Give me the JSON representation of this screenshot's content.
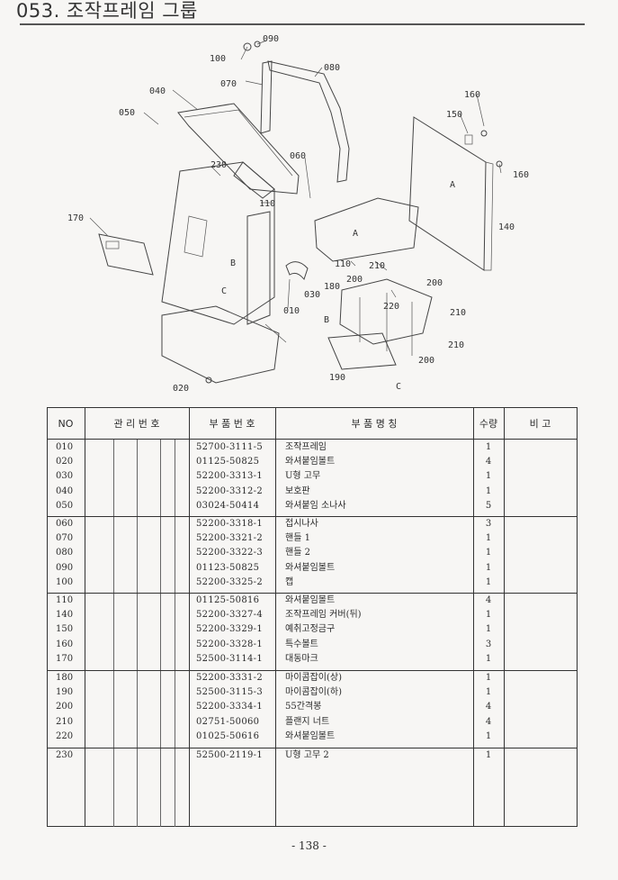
{
  "page": {
    "title": "053. 조작프레임 그룹",
    "page_number": "- 138 -"
  },
  "diagram": {
    "part_labels": [
      "090",
      "100",
      "080",
      "070",
      "040",
      "050",
      "160",
      "150",
      "160",
      "060",
      "230",
      "110",
      "170",
      "A",
      "B",
      "140",
      "A",
      "C",
      "110",
      "210",
      "200",
      "180",
      "220",
      "200",
      "210",
      "030",
      "010",
      "B",
      "210",
      "200",
      "190",
      "020",
      "C"
    ]
  },
  "table": {
    "headers": {
      "no": "NO",
      "mgmt": "관 리 번 호",
      "part_no": "부 품 번 호",
      "name": "부 품 명 칭",
      "qty": "수량",
      "note": "비 고"
    },
    "groups": [
      [
        {
          "no": "010",
          "part": "52700-3111-5",
          "name": "조작프레임",
          "qty": "1"
        },
        {
          "no": "020",
          "part": "01125-50825",
          "name": "와셔붙임볼트",
          "qty": "4"
        },
        {
          "no": "030",
          "part": "52200-3313-1",
          "name": "U형 고무",
          "qty": "1"
        },
        {
          "no": "040",
          "part": "52200-3312-2",
          "name": "보호판",
          "qty": "1"
        },
        {
          "no": "050",
          "part": "03024-50414",
          "name": "와셔붙임 소나사",
          "qty": "5"
        }
      ],
      [
        {
          "no": "060",
          "part": "52200-3318-1",
          "name": "접시나사",
          "qty": "3"
        },
        {
          "no": "070",
          "part": "52200-3321-2",
          "name": "핸들 1",
          "qty": "1"
        },
        {
          "no": "080",
          "part": "52200-3322-3",
          "name": "핸들 2",
          "qty": "1"
        },
        {
          "no": "090",
          "part": "01123-50825",
          "name": "와셔붙임볼트",
          "qty": "1"
        },
        {
          "no": "100",
          "part": "52200-3325-2",
          "name": "캡",
          "qty": "1"
        }
      ],
      [
        {
          "no": "110",
          "part": "01125-50816",
          "name": "와셔붙임볼트",
          "qty": "4"
        },
        {
          "no": "140",
          "part": "52200-3327-4",
          "name": "조작프레임 커버(뒤)",
          "qty": "1"
        },
        {
          "no": "150",
          "part": "52200-3329-1",
          "name": "예취고정금구",
          "qty": "1"
        },
        {
          "no": "160",
          "part": "52200-3328-1",
          "name": "특수볼트",
          "qty": "3"
        },
        {
          "no": "170",
          "part": "52500-3114-1",
          "name": "대동마크",
          "qty": "1"
        }
      ],
      [
        {
          "no": "180",
          "part": "52200-3331-2",
          "name": "마이콤잡이(상)",
          "qty": "1"
        },
        {
          "no": "190",
          "part": "52500-3115-3",
          "name": "마이콤잡이(하)",
          "qty": "1"
        },
        {
          "no": "200",
          "part": "52200-3334-1",
          "name": "55간격봉",
          "qty": "4"
        },
        {
          "no": "210",
          "part": "02751-50060",
          "name": "플랜지 너트",
          "qty": "4"
        },
        {
          "no": "220",
          "part": "01025-50616",
          "name": "와셔붙임볼트",
          "qty": "1"
        }
      ],
      [
        {
          "no": "230",
          "part": "52500-2119-1",
          "name": "U형 고무 2",
          "qty": "1"
        }
      ]
    ]
  }
}
